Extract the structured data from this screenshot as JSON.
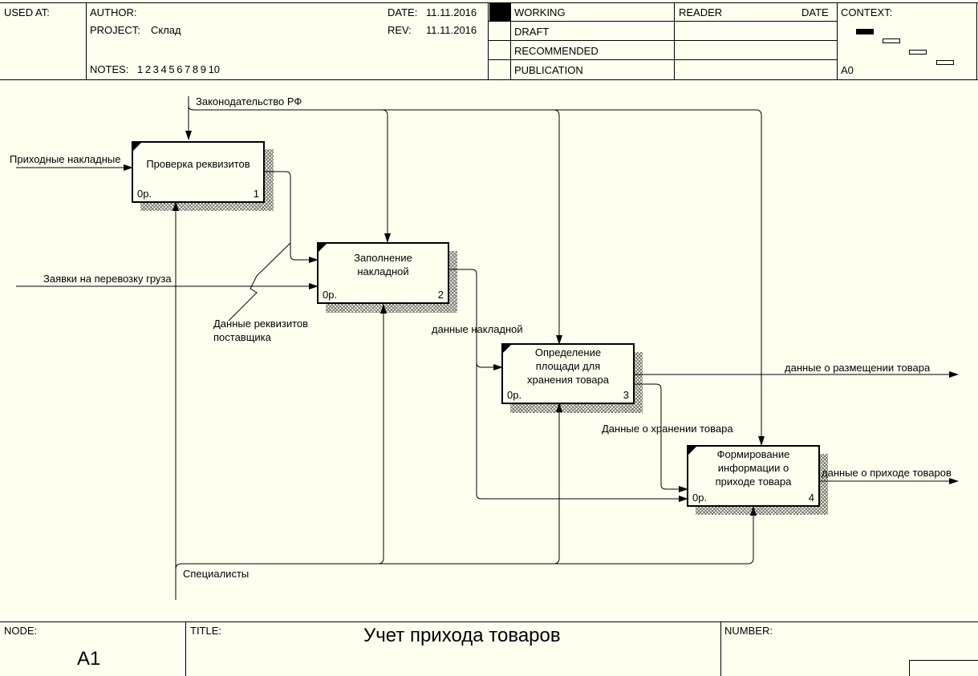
{
  "header": {
    "used_at_label": "USED AT:",
    "author_label": "AUTHOR:",
    "project_label": "PROJECT:",
    "project_value": "Склад",
    "notes_label": "NOTES:",
    "notes_values": "1  2  3  4  5  6  7  8  9  10",
    "date_label": "DATE:",
    "date_value": "11.11.2016",
    "rev_label": "REV:",
    "rev_value": "11.11.2016",
    "status_working": "WORKING",
    "status_draft": "DRAFT",
    "status_recommended": "RECOMMENDED",
    "status_publication": "PUBLICATION",
    "reader_label": "READER",
    "reader_date_label": "DATE",
    "context_label": "CONTEXT:",
    "context_node": "A0"
  },
  "boxes": [
    {
      "title": "Проверка реквизитов",
      "cost": "0р.",
      "number": "1"
    },
    {
      "title": "Заполнение\nнакладной",
      "cost": "0р.",
      "number": "2"
    },
    {
      "title": "Определение\nплощади для\nхранения  товара",
      "cost": "0р.",
      "number": "3"
    },
    {
      "title": "Формирование\nинформации о\nприходе товара",
      "cost": "0р.",
      "number": "4"
    }
  ],
  "arrows": {
    "control_law": "Законодательство РФ",
    "input_invoices": "Приходные накладные",
    "input_requests": "Заявки на перевозку  груза",
    "supplier_details": "Данные реквизитов\nпоставщика",
    "invoice_data": "данные накладной",
    "placement_data": "данные о размещении товара",
    "storage_data": "Данные о хранении товара",
    "arrival_data": "данные о приходе товаров",
    "mechanism_staff": "Специалисты"
  },
  "footer": {
    "node_label": "NODE:",
    "node_value": "A1",
    "title_label": "TITLE:",
    "title_value": "Учет прихода товаров",
    "number_label": "NUMBER:"
  }
}
